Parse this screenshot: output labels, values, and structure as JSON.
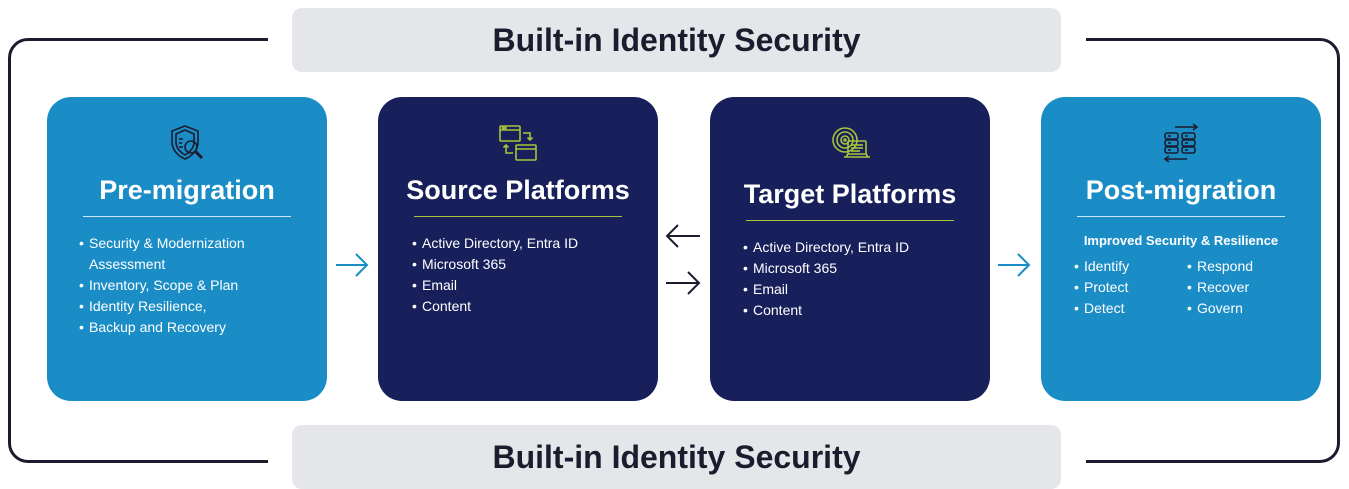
{
  "banner_top": "Built-in Identity Security",
  "banner_bottom": "Built-in Identity Security",
  "colors": {
    "frame": "#1b1d2e",
    "banner_bg": "#e5e6ea",
    "light_card": "#1a8dc6",
    "dark_card": "#17205a",
    "accent_green": "#a8c43a",
    "arrow_blue": "#1a8dc6",
    "arrow_dark": "#1b1d2e"
  },
  "cards": [
    {
      "icon": "shield-magnifier-icon",
      "title": "Pre-migration",
      "bullets": [
        "Security & Modernization",
        "Inventory, Scope & Plan",
        "Identity Resilience,",
        "Backup and Recovery"
      ],
      "continuation": "Assessment"
    },
    {
      "icon": "window-sync-icon",
      "title": "Source Platforms",
      "bullets": [
        "Active Directory, Entra ID",
        "Microsoft 365",
        "Email",
        "Content"
      ]
    },
    {
      "icon": "target-laptop-icon",
      "title": "Target Platforms",
      "bullets": [
        "Active Directory, Entra ID",
        "Microsoft 365",
        "Email",
        "Content"
      ]
    },
    {
      "icon": "server-transfer-icon",
      "title": "Post-migration",
      "subheading": "Improved Security & Resilience",
      "col1": [
        "Identify",
        "Protect",
        "Detect"
      ],
      "col2": [
        "Respond",
        "Recover",
        "Govern"
      ]
    }
  ]
}
